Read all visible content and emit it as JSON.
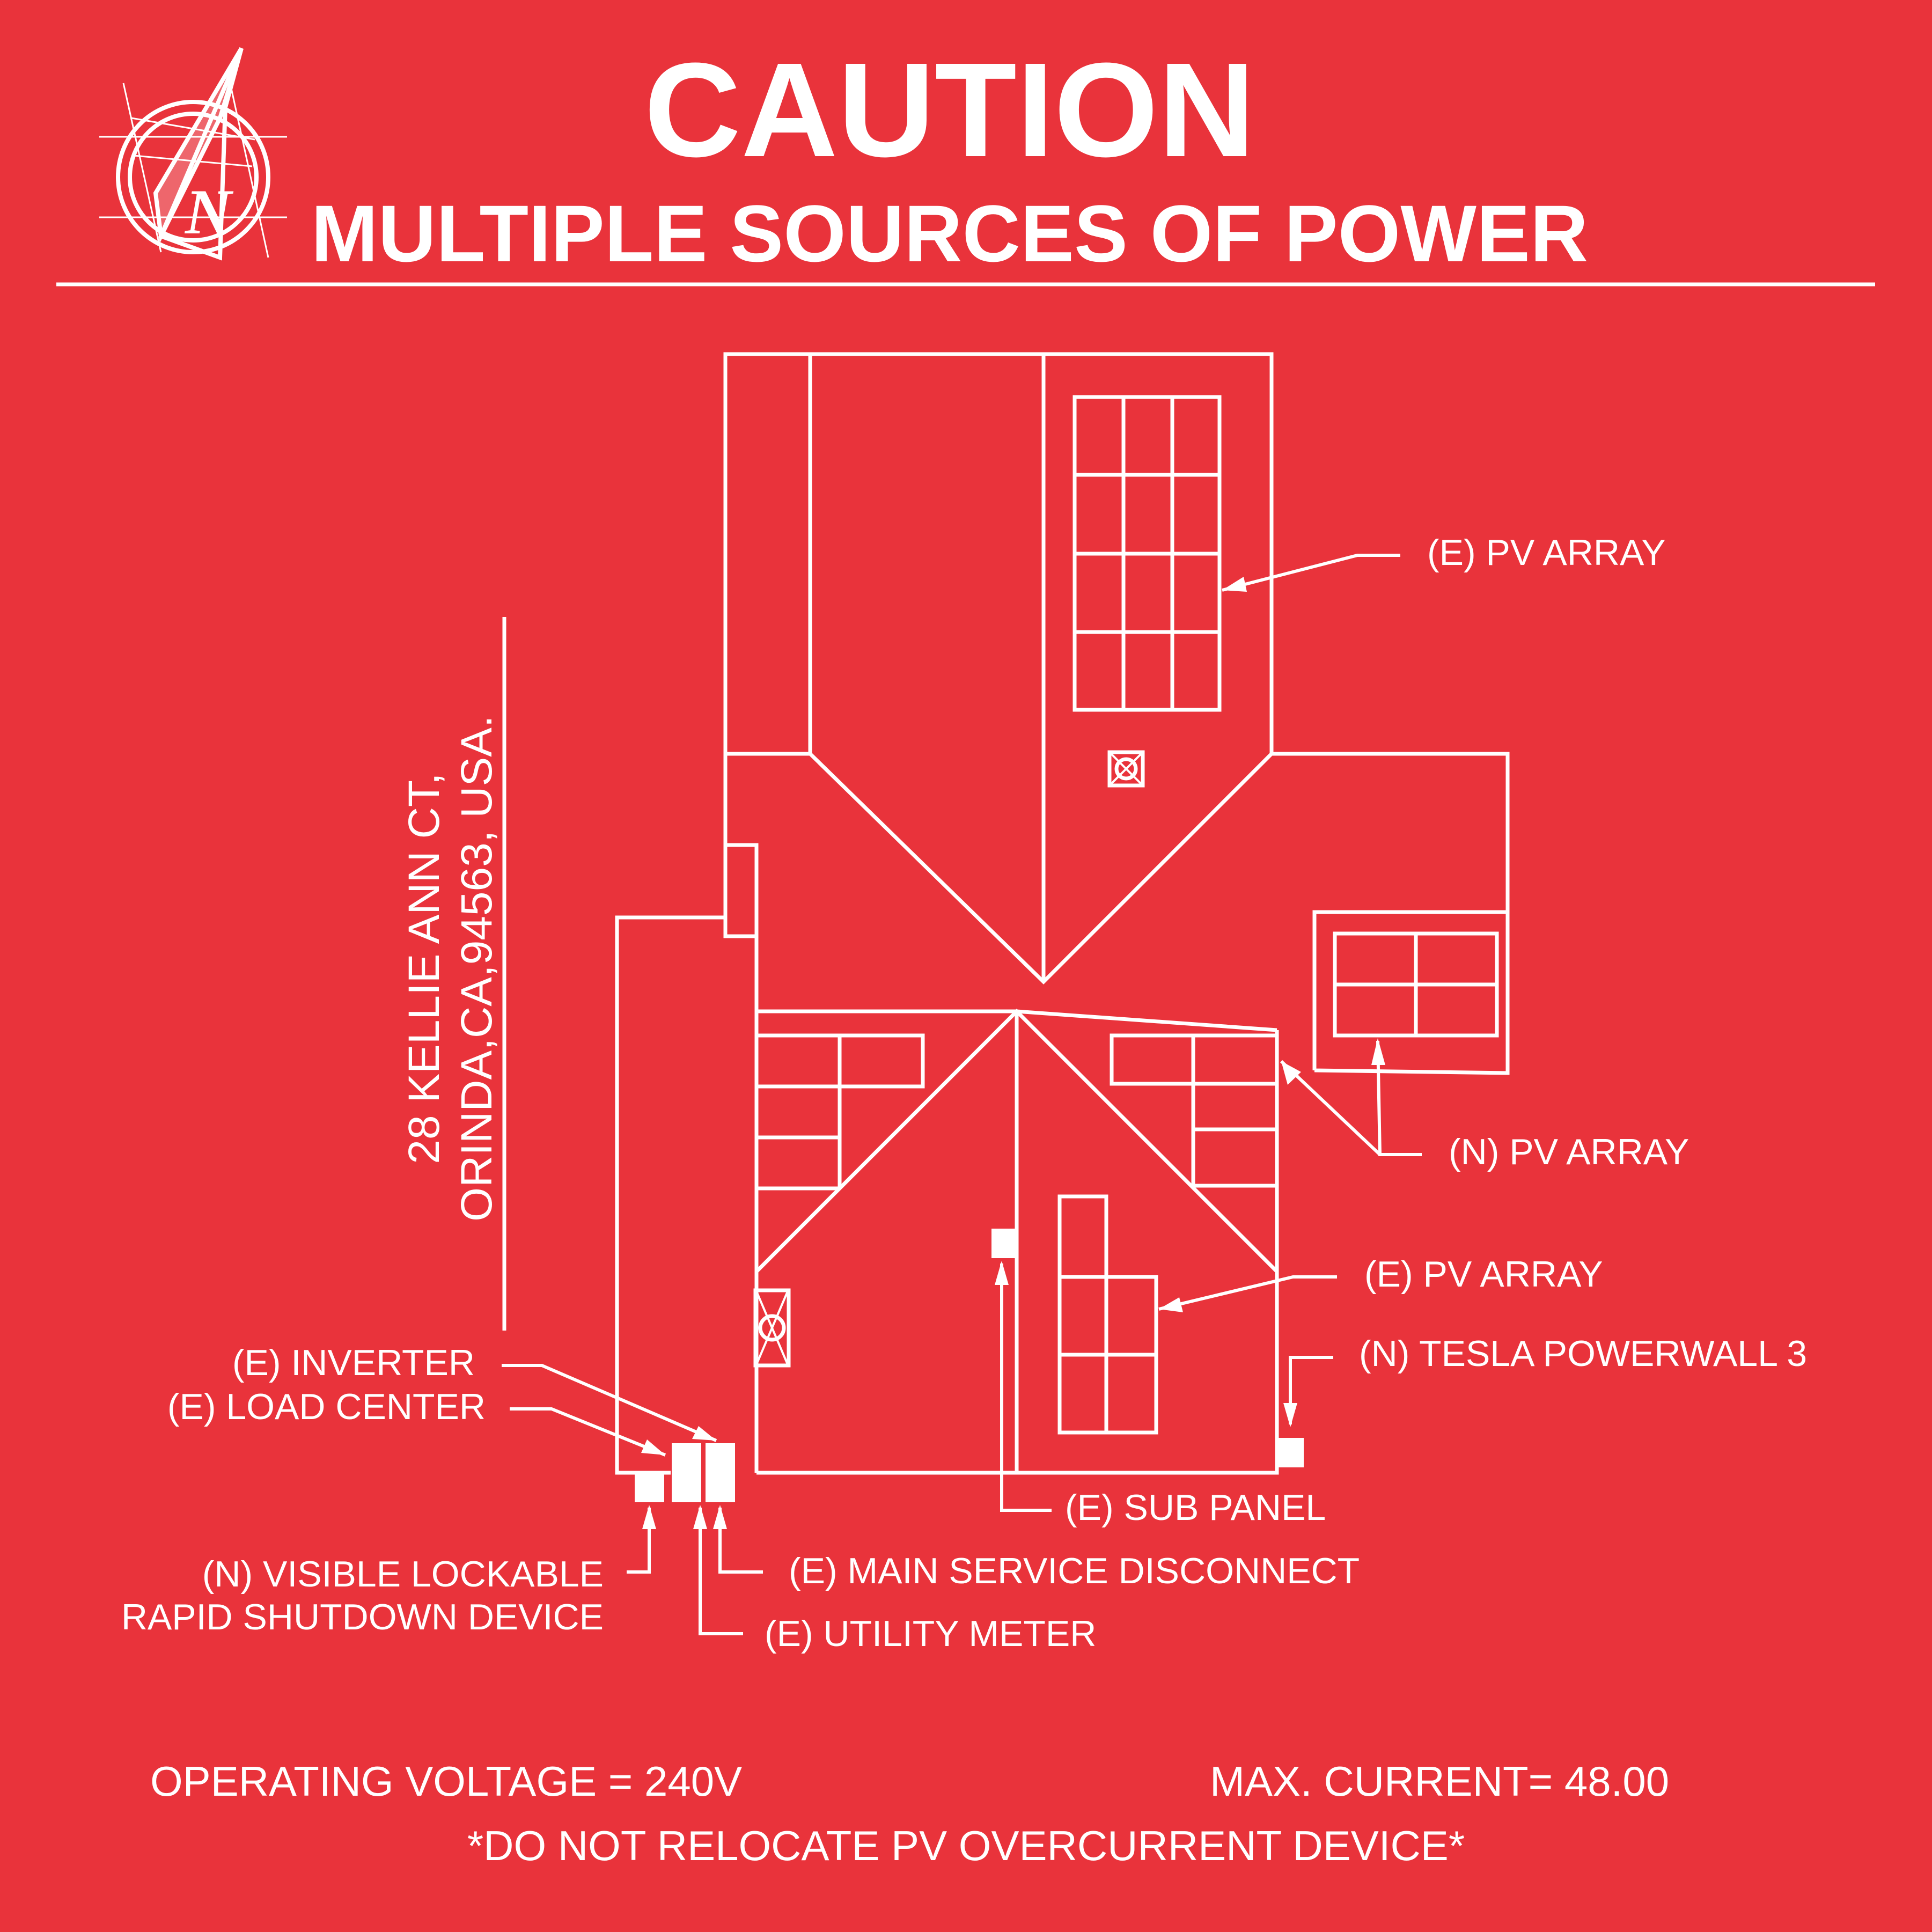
{
  "header": {
    "title": "CAUTION",
    "subtitle": "MULTIPLE SOURCES OF POWER"
  },
  "compass": {
    "icon": "north-arrow-compass-icon",
    "letter": "N"
  },
  "address": {
    "line1": "28 KELLIE ANN CT,",
    "line2": "ORINDA,CA,94563, USA."
  },
  "labels": {
    "pv_array_top": "(E) PV ARRAY",
    "pv_array_new": "(N) PV ARRAY",
    "pv_array_lower": "(E) PV ARRAY",
    "tesla_powerwall": "(N) TESLA POWERWALL 3",
    "inverter": "(E) INVERTER",
    "load_center": "(E) LOAD CENTER",
    "sub_panel": "(E) SUB PANEL",
    "rsd_line1": "(N) VISIBLE LOCKABLE",
    "rsd_line2": "RAPID SHUTDOWN DEVICE",
    "main_disconnect": "(E) MAIN SERVICE DISCONNECT",
    "utility_meter": "(E) UTILITY METER"
  },
  "footer": {
    "voltage": "OPERATING VOLTAGE = 240V",
    "current": "MAX. CURRENT= 48.00",
    "warning": "*DO NOT RELOCATE PV OVERCURRENT DEVICE*"
  },
  "colors": {
    "background": "#e9333b",
    "foreground": "#ffffff"
  }
}
